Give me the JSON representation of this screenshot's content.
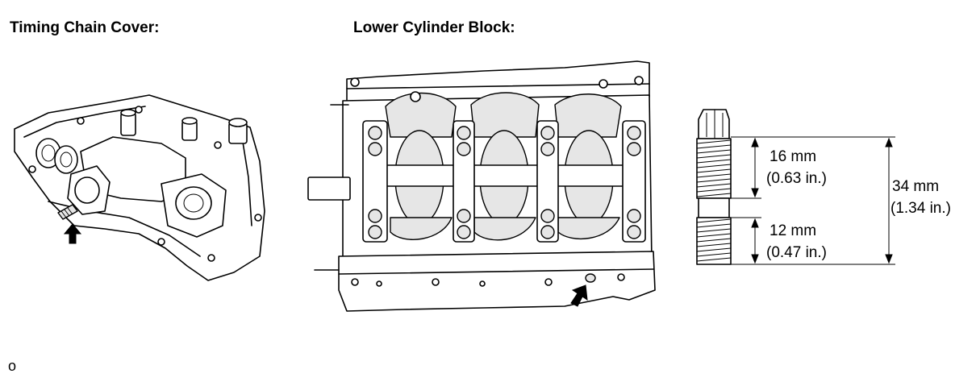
{
  "labels": {
    "timing_chain_cover": "Timing Chain Cover:",
    "lower_cylinder_block": "Lower Cylinder Block:",
    "corner_mark": "o"
  },
  "dimensions": {
    "upper_mm": "16 mm",
    "upper_in": "(0.63 in.)",
    "lower_mm": "12 mm",
    "lower_in": "(0.47 in.)",
    "total_mm": "34 mm",
    "total_in": "(1.34 in.)"
  },
  "icons": {
    "arrow": "install-location-arrow-icon",
    "stud": "stud-bolt-icon"
  }
}
